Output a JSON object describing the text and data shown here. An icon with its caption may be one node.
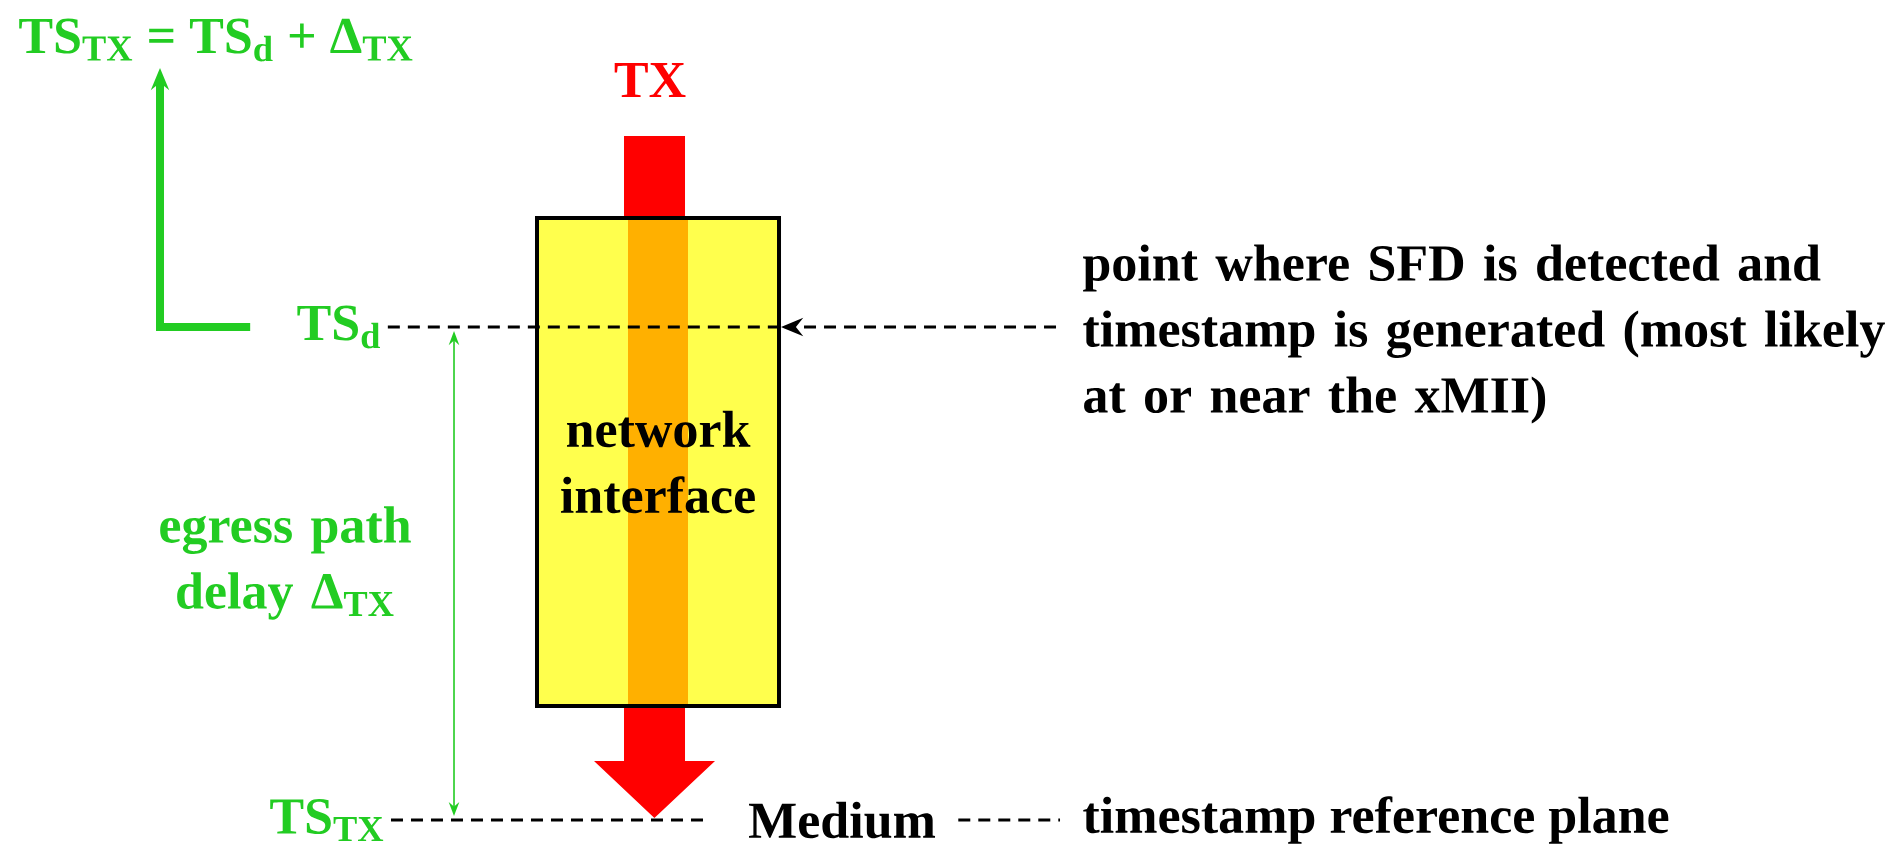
{
  "diagram": {
    "nodes": [
      {
        "text": [
          "TS$_{TX}$ = TS$_{d}$ + Δ$_{TX}$"
        ]
      },
      {
        "text": [
          "network interface"
        ]
      },
      {
        "text": [
          "TS$_{d}$"
        ]
      },
      {
        "text": [
          "point where SFD is detected and timestamp is generated (most likely at or near the xMII)"
        ]
      },
      {
        "text": [
          "TS$_{TX}$"
        ]
      },
      {
        "text": [
          "Medium"
        ]
      },
      {
        "text": [
          "timestamp reference plane"
        ]
      }
    ],
    "edges": [
      {
        "from": 2,
        "to": 0,
        "arrow": "to",
        "style": "thick",
        "color": "#22cc22"
      },
      {
        "from": 2,
        "to": 1,
        "arrow": "none",
        "style": "dashed"
      },
      {
        "from": 3,
        "to": 1,
        "arrow": "to",
        "style": "dashed"
      },
      {
        "from": 4,
        "to": 5,
        "arrow": "none",
        "style": "dashed"
      },
      {
        "from": 5,
        "to": 6,
        "arrow": "none",
        "style": "dashed"
      }
    ],
    "labels": [
      "TX",
      "egress path delay Δ$_{TX}$"
    ]
  }
}
